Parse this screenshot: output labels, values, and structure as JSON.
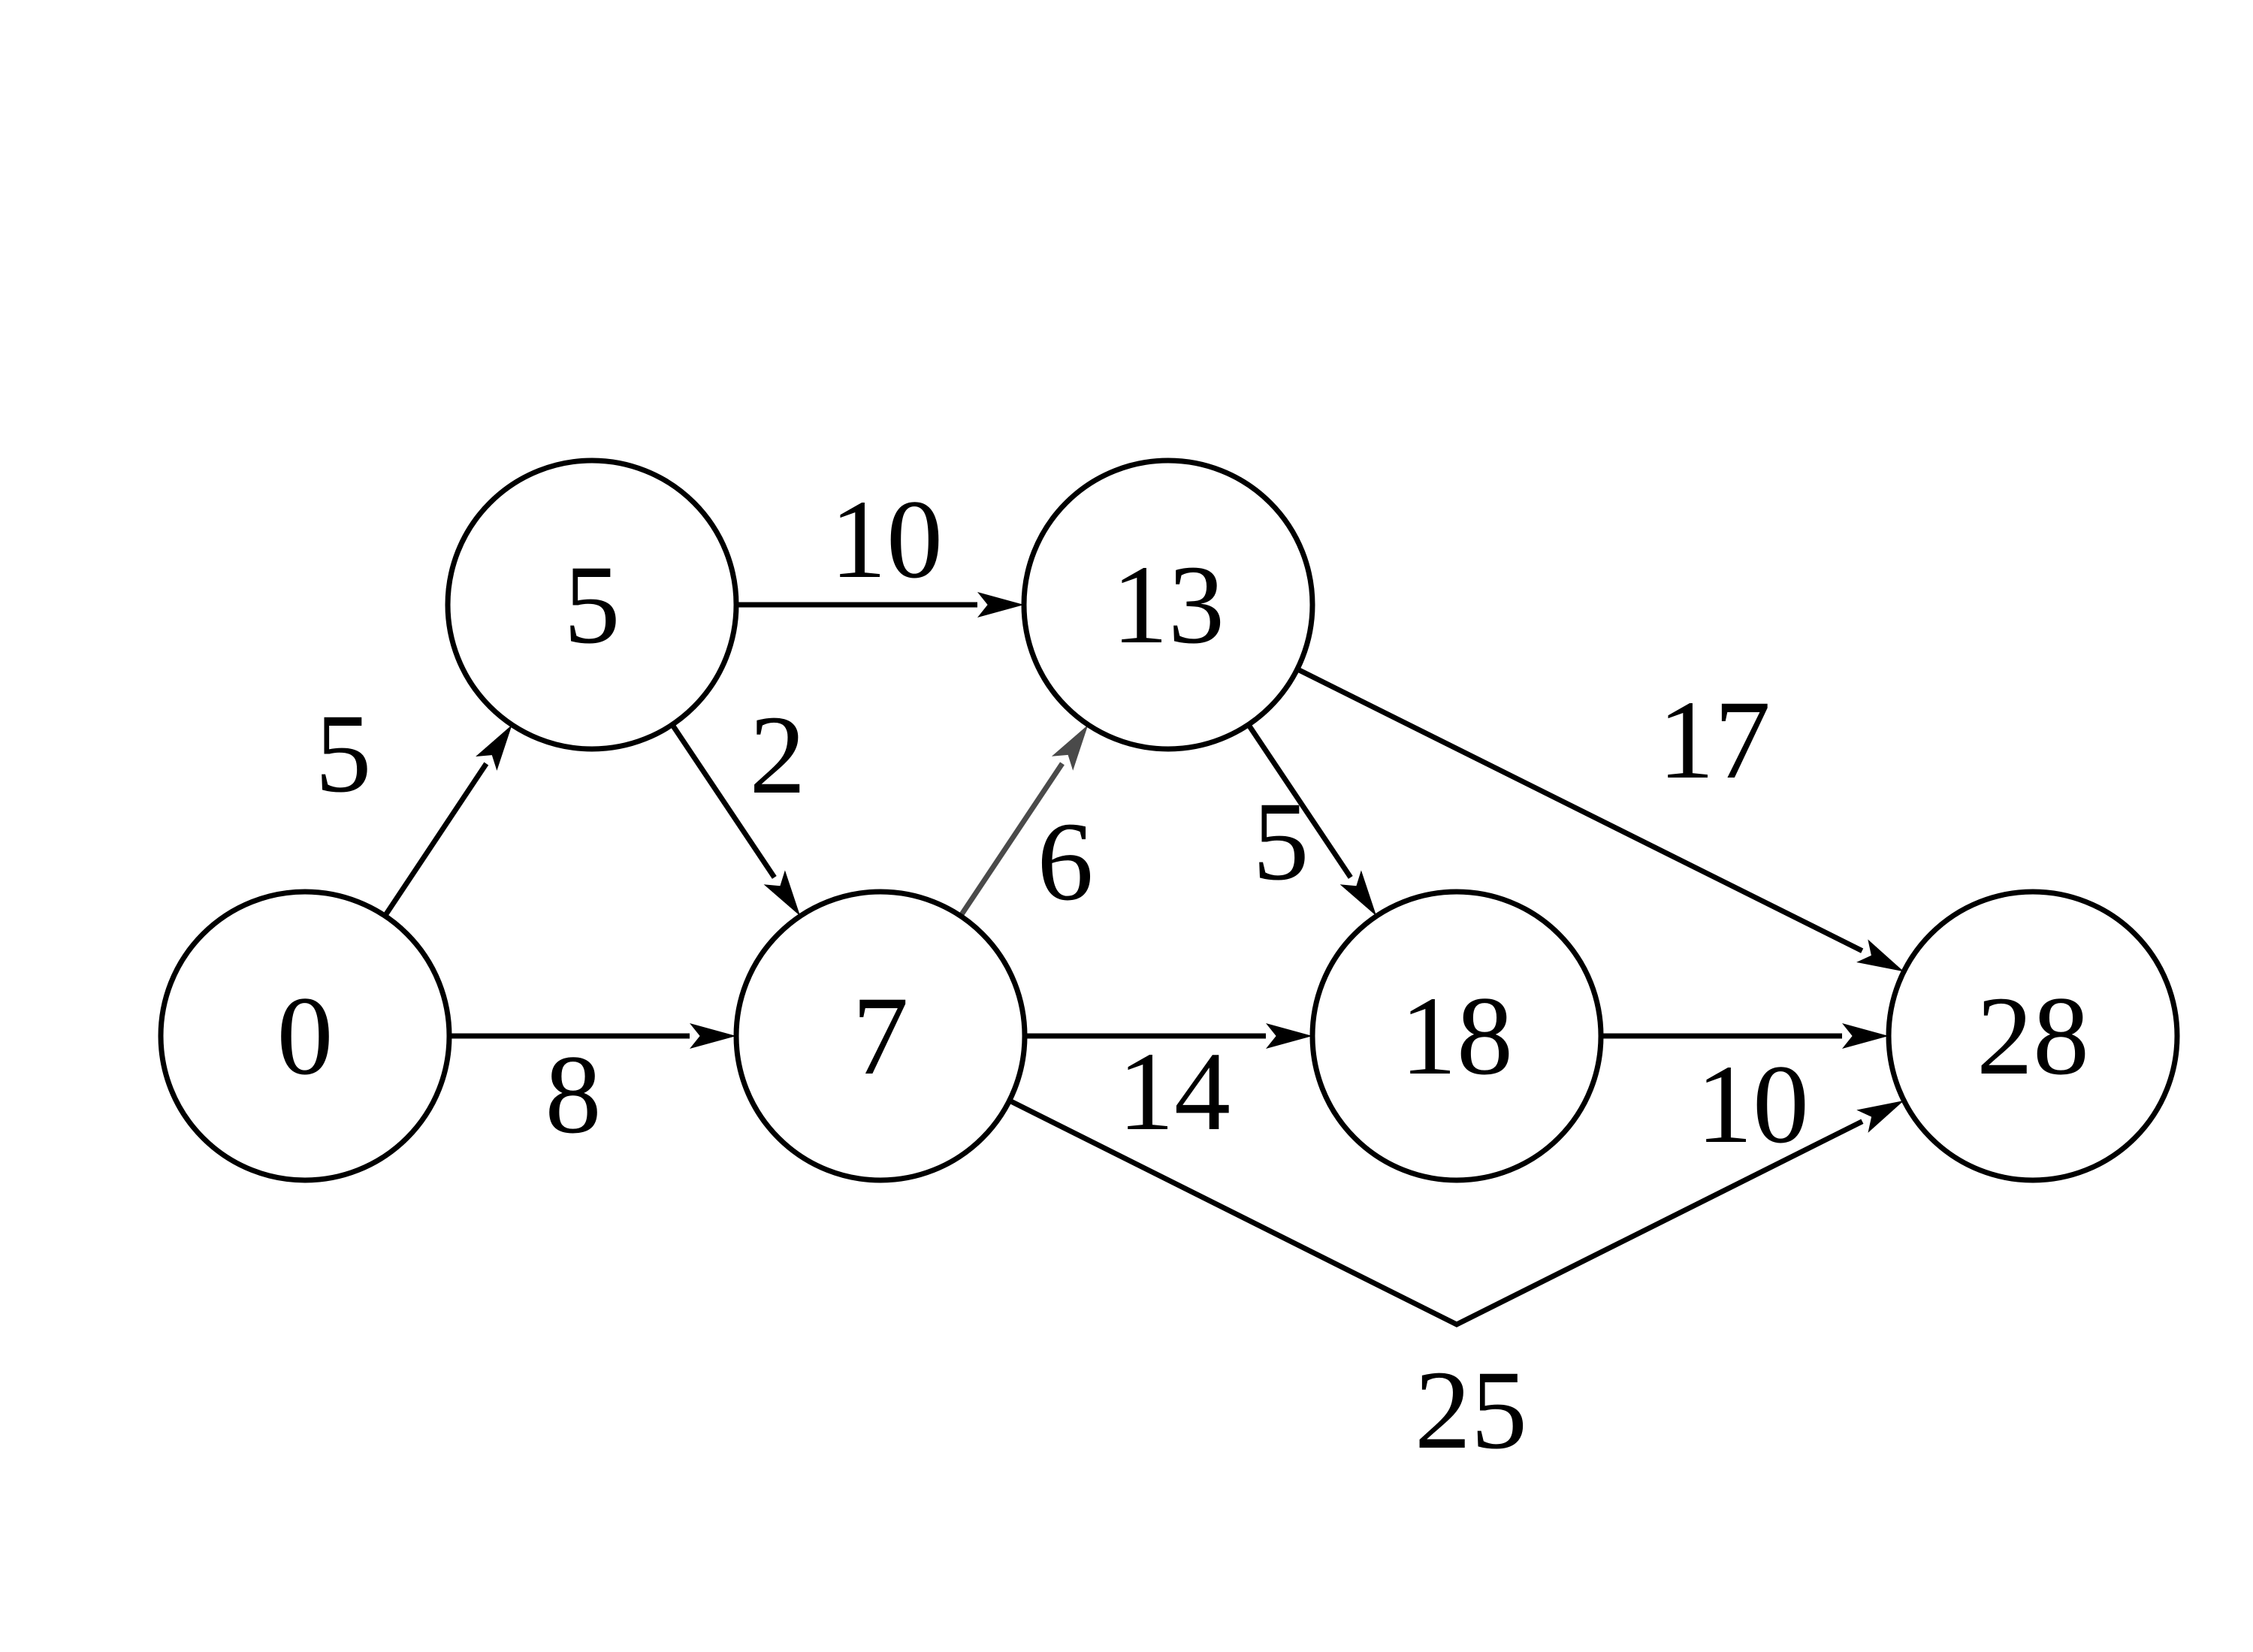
{
  "diagram": {
    "nodes": [
      {
        "id": "n0",
        "label": "0"
      },
      {
        "id": "n5",
        "label": "5"
      },
      {
        "id": "n7",
        "label": "7"
      },
      {
        "id": "n13",
        "label": "13"
      },
      {
        "id": "n18",
        "label": "18"
      },
      {
        "id": "n28",
        "label": "28"
      }
    ],
    "edges": [
      {
        "id": "e0-5",
        "from": "n0",
        "to": "n5",
        "label": "5"
      },
      {
        "id": "e0-7",
        "from": "n0",
        "to": "n7",
        "label": "8"
      },
      {
        "id": "e5-13",
        "from": "n5",
        "to": "n13",
        "label": "10"
      },
      {
        "id": "e5-7",
        "from": "n5",
        "to": "n7",
        "label": "2"
      },
      {
        "id": "e7-13",
        "from": "n7",
        "to": "n13",
        "label": "6",
        "color": "#4a4a4a"
      },
      {
        "id": "e13-18",
        "from": "n13",
        "to": "n18",
        "label": "5"
      },
      {
        "id": "e13-28",
        "from": "n13",
        "to": "n28",
        "label": "17"
      },
      {
        "id": "e7-18",
        "from": "n7",
        "to": "n18",
        "label": "14"
      },
      {
        "id": "e18-28",
        "from": "n18",
        "to": "n28",
        "label": "10"
      },
      {
        "id": "e7-28",
        "from": "n7",
        "to": "n28",
        "label": "25"
      }
    ]
  }
}
